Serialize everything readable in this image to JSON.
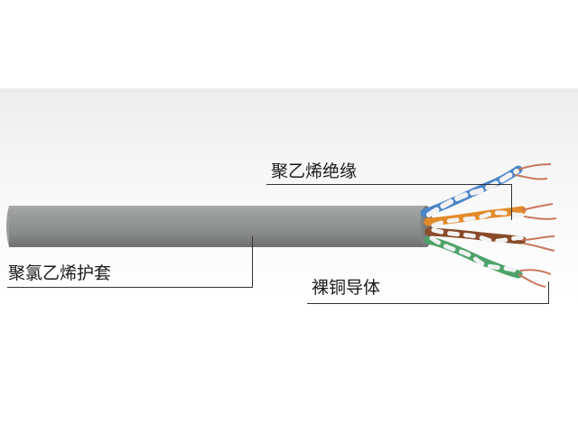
{
  "labels": {
    "insulation": "聚乙烯绝缘",
    "jacket": "聚氯乙烯护套",
    "conductor": "裸铜导体"
  },
  "colors": {
    "jacket": "#8f9190",
    "pair_blue": "#4a86c8",
    "pair_orange": "#e38a2a",
    "pair_brown": "#8a4b2a",
    "pair_green": "#4fa36a",
    "copper": "#c9785a",
    "stripe_white": "#f2f2f2",
    "leader_line": "#333333"
  }
}
